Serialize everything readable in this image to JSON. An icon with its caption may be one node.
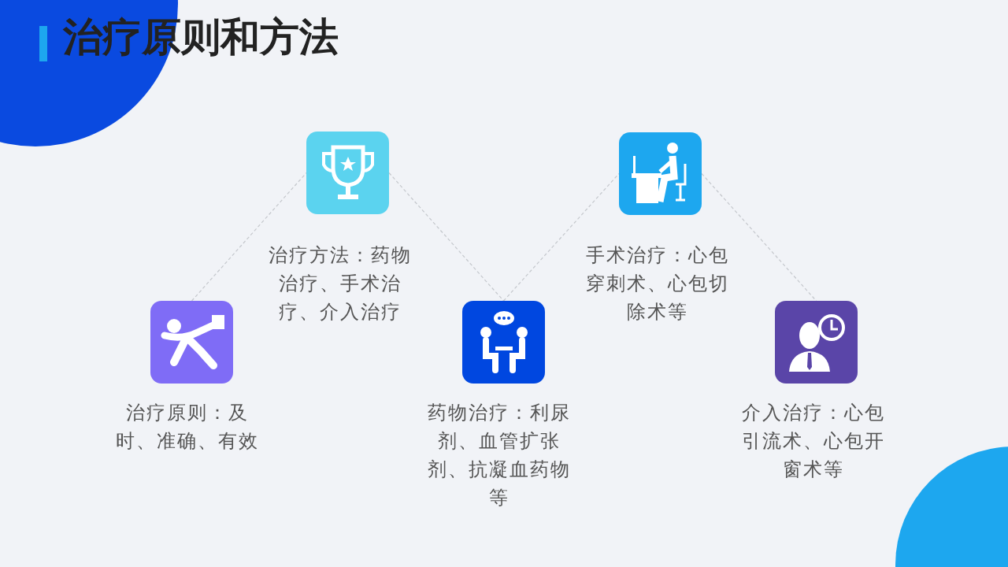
{
  "diagram": {
    "title": "治疗原则和方法",
    "nodes": [
      {
        "text": [],
        "shape": "box",
        "beside": [
          "治疗原则：及时、准确、有效"
        ]
      },
      {
        "text": [],
        "shape": "box",
        "beside": [
          "治疗方法：药物治疗、手术治疗、介入治疗"
        ]
      },
      {
        "text": [],
        "shape": "box",
        "beside": [
          "药物治疗：利尿剂、血管扩张剂、抗凝血药物等"
        ]
      },
      {
        "text": [],
        "shape": "box",
        "beside": [
          "手术治疗：心包穿刺术、心包切除术等"
        ]
      },
      {
        "text": [],
        "shape": "box",
        "beside": [
          "介入治疗：心包引流术、心包开窗术等"
        ]
      }
    ],
    "edges": [
      {
        "from": 0,
        "to": 1,
        "arrow": "none",
        "style": "dashed"
      },
      {
        "from": 1,
        "to": 2,
        "arrow": "none",
        "style": "dashed"
      },
      {
        "from": 2,
        "to": 3,
        "arrow": "none",
        "style": "dashed"
      },
      {
        "from": 3,
        "to": 4,
        "arrow": "none",
        "style": "dashed"
      }
    ]
  }
}
